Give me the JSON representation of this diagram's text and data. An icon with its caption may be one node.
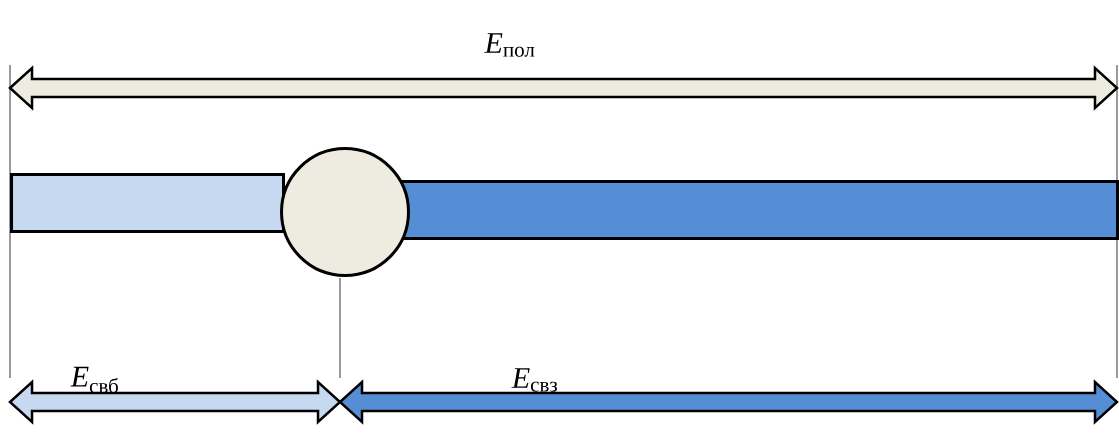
{
  "diagram": {
    "nodes": [
      {
        "text": [],
        "shape": "bar"
      },
      {
        "text": [],
        "shape": "circle"
      },
      {
        "text": [],
        "shape": "bar"
      }
    ],
    "labels": [
      "*E*$_{пол}$",
      "*E*$_{свб}$",
      "*E*$_{свз}$"
    ]
  }
}
